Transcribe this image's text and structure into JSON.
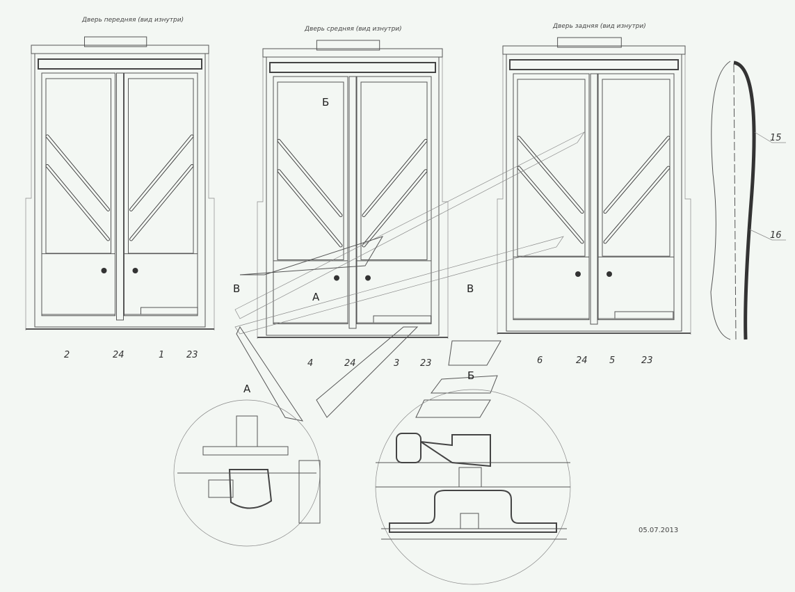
{
  "titles": {
    "front": "Дверь передняя (вид изнутри)",
    "middle": "Дверь средняя (вид изнутри)",
    "rear": "Дверь задняя (вид изнутри)"
  },
  "callouts": {
    "front": [
      "2",
      "24",
      "1",
      "23"
    ],
    "middle": [
      "4",
      "24",
      "3",
      "23"
    ],
    "rear": [
      "6",
      "24",
      "5",
      "23"
    ],
    "side": [
      "15",
      "16"
    ]
  },
  "views": {
    "b_mark": "Б",
    "a_mark": "А",
    "v_left": "В",
    "v_right": "В",
    "detail_a": "А",
    "detail_b": "Б"
  },
  "date": "05.07.2013"
}
